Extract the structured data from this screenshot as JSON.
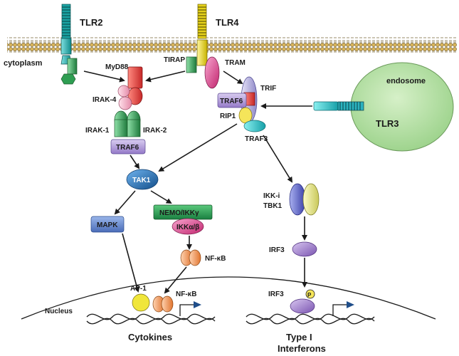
{
  "labels": {
    "tlr2": "TLR2",
    "tlr4": "TLR4",
    "tlr3": "TLR3",
    "cytoplasm": "cytoplasm",
    "endosome": "endosome",
    "myd88": "MyD88",
    "tirap": "TIRAP",
    "tram": "TRAM",
    "trif": "TRIF",
    "irak4": "IRAK-4",
    "irak1": "IRAK-1",
    "irak2": "IRAK-2",
    "traf6_left": "TRAF6",
    "traf6_right": "TRAF6",
    "rip1": "RIP1",
    "traf3": "TRAF3",
    "tak1": "TAK1",
    "mapk": "MAPK",
    "nemo": "NEMO/IKKγ",
    "ikk_ab": "IKKα/β",
    "nfkb_cyto": "NF-κB",
    "nfkb_nuc": "NF-κB",
    "ikki": "IKK-i",
    "tbk1": "TBK1",
    "irf3_cyto": "IRF3",
    "irf3_nuc": "IRF3",
    "phospho": "P",
    "ap1": "AP-1",
    "nucleus": "Nucleus",
    "cytokines": "Cytokines",
    "type1_line1": "Type I",
    "type1_line2": "Interferons"
  },
  "colors": {
    "membrane_head": "#c8a24a",
    "tlr2_receptor": "#1aa3a3",
    "tlr4_receptor": "#e6d21a",
    "tlr3_receptor": "#2bb3c0",
    "myd88": "#e53935",
    "irak4": "#f4b6c8",
    "irak12": "#2e9e52",
    "traf6": "#b39ddb",
    "tak1": "#1f6fb5",
    "mapk": "#6b8fd1",
    "nemo": "#2e9e52",
    "ikk": "#e0559b",
    "nfkb": "#f5a06b",
    "ikki_tbk1_a": "#5b63c8",
    "ikki_tbk1_b": "#e7e68a",
    "irf3": "#9b74c8",
    "rip1": "#f5e55a",
    "traf3": "#26bfbf",
    "trif": "#b9b5e0",
    "tram": "#d84aa0",
    "endosome": "#b5e0a4",
    "ap1": "#f0e63a",
    "phospho": "#f5e55a"
  }
}
